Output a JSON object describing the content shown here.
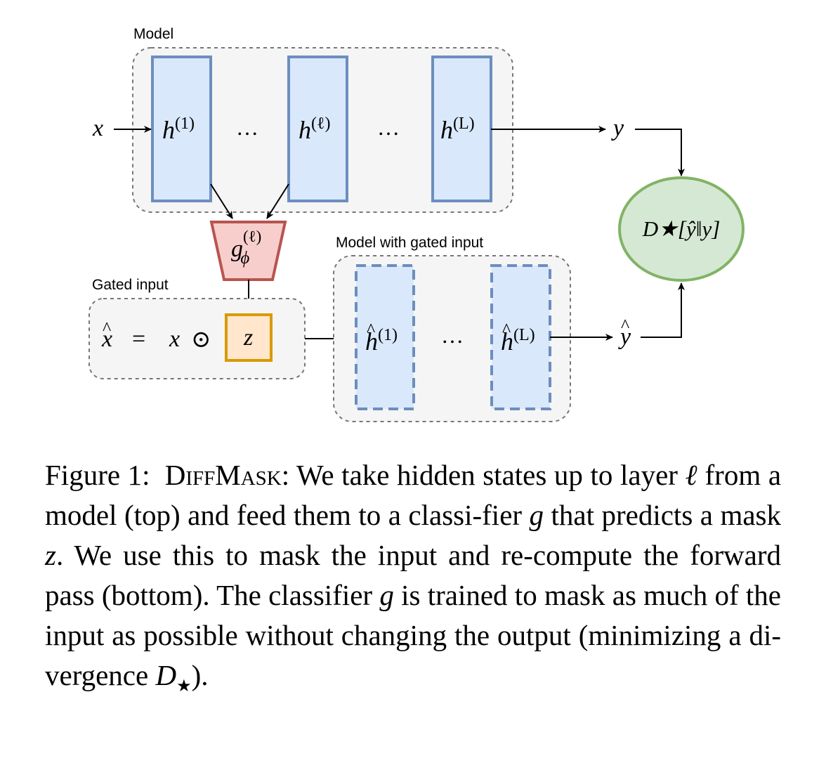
{
  "groups": {
    "model": "Model",
    "model_gated": "Model with gated input",
    "gated_input": "Gated input"
  },
  "symbols": {
    "x": "x",
    "y": "y",
    "h": "h",
    "sup_1": "(1)",
    "sup_l": "(ℓ)",
    "sup_L": "(L)",
    "ellipsis": "…",
    "g": "g",
    "phi": "ϕ",
    "z": "z",
    "eq": "=",
    "odot": "⊙",
    "divergence": "D★[ŷ‖y]"
  },
  "caption": {
    "label": "Figure 1:",
    "name": "DiffMask",
    "sep": ":",
    "t1": " We take hidden states up to layer ",
    "v_ell": "ℓ",
    "t2": " from a model (top) and feed them to a classi-fier ",
    "v_g1": "g",
    "t3": " that predicts a mask ",
    "v_z": "z",
    "t4": ". We use this to mask the input and re-compute the forward pass (bottom). The classifier ",
    "v_g2": "g",
    "t5": " is trained to mask as much of the input as possible without changing the output (minimizing a di-vergence ",
    "v_D": "D",
    "v_star": "★",
    "t6": ")."
  },
  "colors": {
    "layer_fill": "#dae8fc",
    "layer_stroke": "#6c8ebf",
    "group_fill": "#f5f5f5",
    "group_stroke": "#777777",
    "gate_fill": "#f8cecc",
    "gate_stroke": "#b85450",
    "mask_fill": "#ffe6cc",
    "mask_stroke": "#d79b00",
    "divergence_fill": "#d5e8d4",
    "divergence_stroke": "#82b366"
  }
}
